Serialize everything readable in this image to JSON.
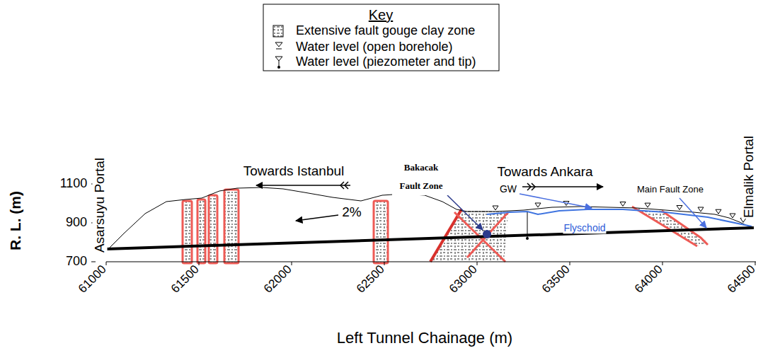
{
  "diagram": {
    "labels": [
      "Key",
      "Towards Istanbul",
      "Towards Ankara",
      "Bakacak Fault Zone",
      "GW",
      "Main Fault Zone",
      "Flyschoid",
      "2%",
      "Asarsuyu Portal",
      "Elmalik Portal",
      "R. L. (m)",
      "1100",
      "900",
      "700",
      "61000",
      "61500",
      "62000",
      "62500",
      "63000",
      "63500",
      "64000",
      "64500",
      "Left Tunnel Chainage (m)"
    ],
    "legend": [
      {
        "text": "Extensive fault gouge clay zone"
      },
      {
        "text": "Water level (open borehole)"
      },
      {
        "text": "Water level (piezometer and tip)"
      }
    ]
  }
}
